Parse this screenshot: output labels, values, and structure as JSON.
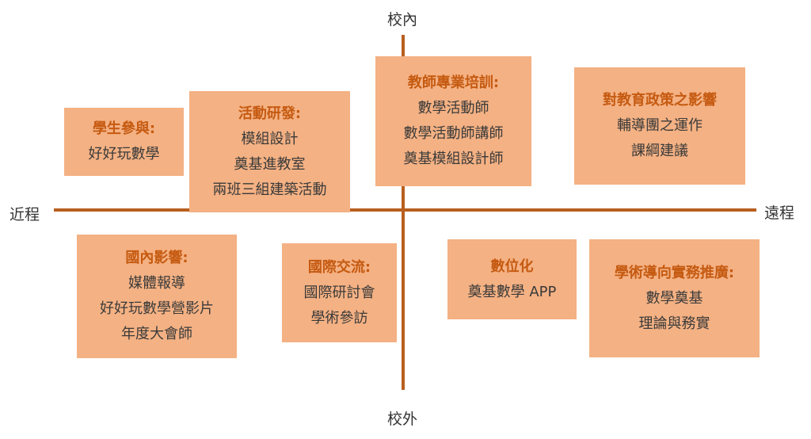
{
  "axes": {
    "top": "校內",
    "bottom": "校外",
    "left": "近程",
    "right": "遠程"
  },
  "boxes": [
    {
      "title": "學生參與:",
      "lines": [
        "好好玩數學"
      ]
    },
    {
      "title": "活動研發:",
      "lines": [
        "模組設計",
        "奠基進教室",
        "兩班三組建築活動"
      ]
    },
    {
      "title": "教師專業培訓:",
      "lines": [
        "數學活動師",
        "數學活動師講師",
        "奠基模組設計師"
      ]
    },
    {
      "title": "對教育政策之影響",
      "lines": [
        "輔導團之運作",
        "課綱建議"
      ]
    },
    {
      "title": "國內影響:",
      "lines": [
        "媒體報導",
        "好好玩數學營影片",
        "年度大會師"
      ]
    },
    {
      "title": "國際交流:",
      "lines": [
        "國際研討會",
        "學術參訪"
      ]
    },
    {
      "title": "數位化",
      "lines": [
        "奠基數學 APP"
      ]
    },
    {
      "title": "學術導向實務推廣:",
      "lines": [
        "數學奠基",
        "理論與務實"
      ]
    }
  ],
  "colors": {
    "axis": "#b85f1f",
    "box_fill": "#f4b183",
    "title_text": "#c55a11",
    "body_text": "#3a3a3a"
  }
}
